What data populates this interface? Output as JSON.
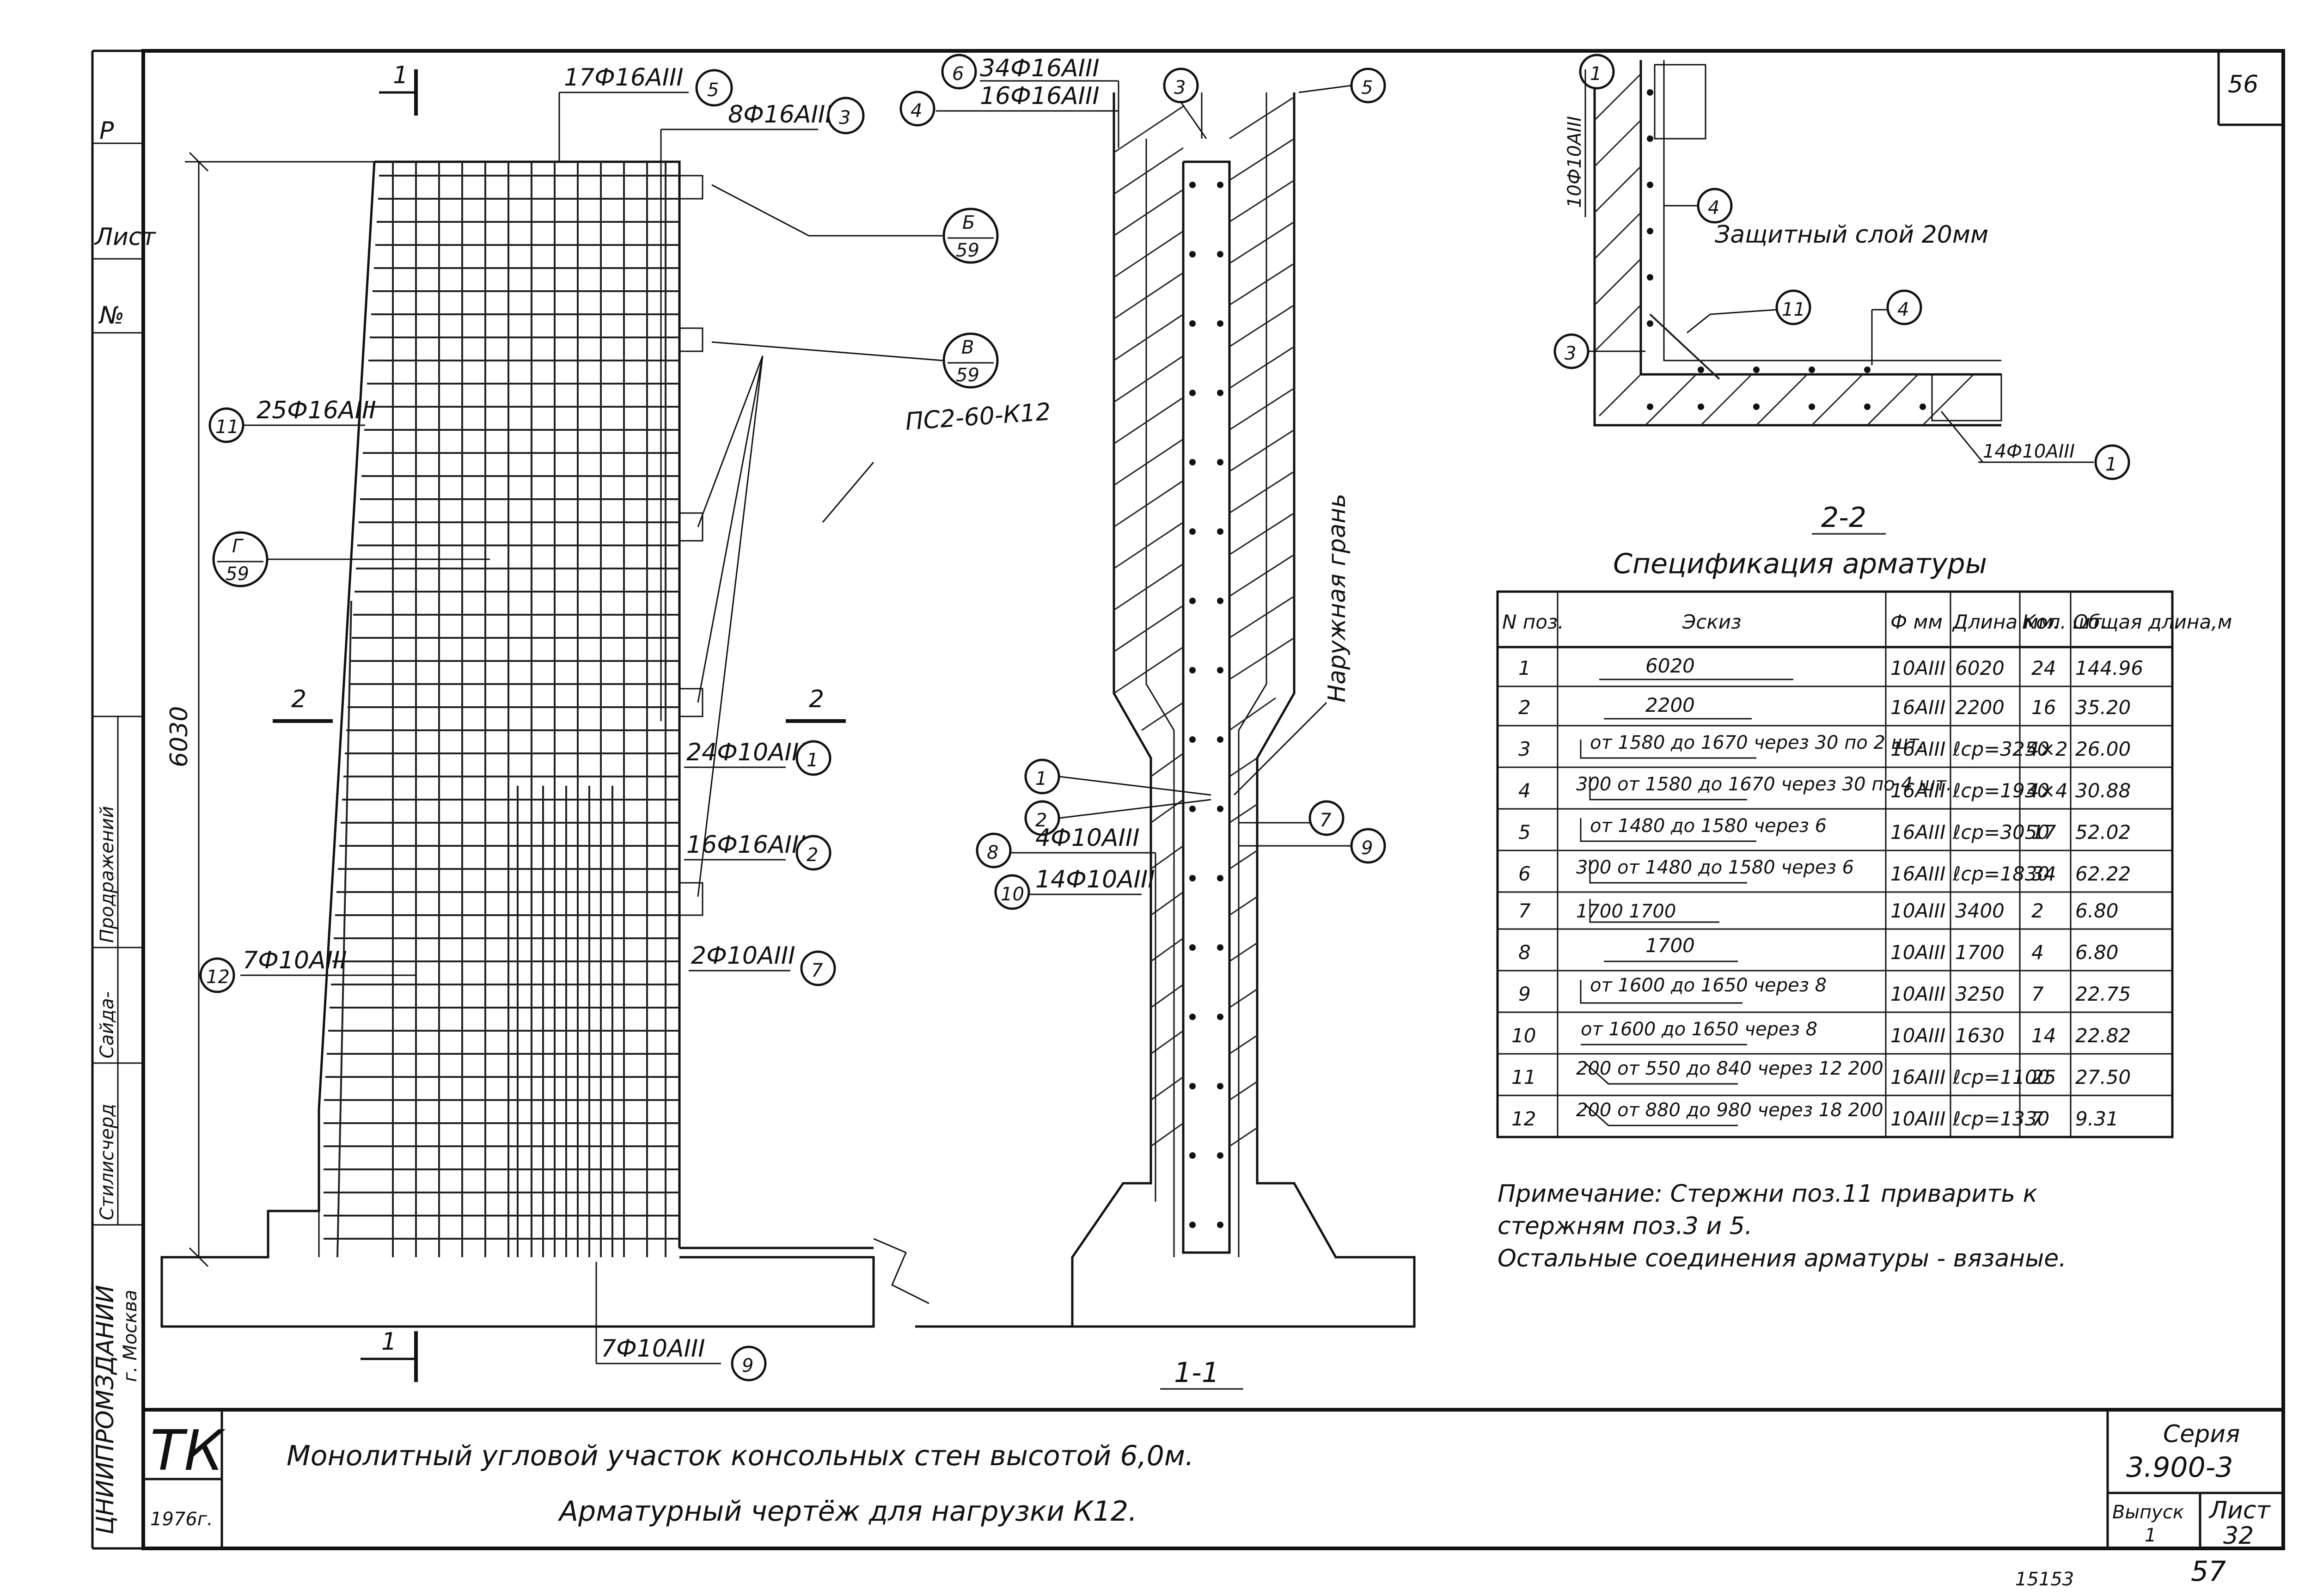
{
  "sheet": {
    "corner_code": "56",
    "margin_labels": [
      "Р",
      "Лист",
      "№"
    ],
    "margin_stamps": [
      "Продражений",
      "Сайда-",
      "Стилисчерд"
    ],
    "margin_org": "ЦНИИПРОМЗДАНИЙ",
    "margin_city": "г. Москва"
  },
  "elevation": {
    "section_marks": [
      "1",
      "1",
      "2",
      "2"
    ],
    "height_dim": "6030",
    "panel_label": "ПС2-60-К12",
    "callouts": [
      {
        "text": "17Ф16АIII",
        "pos": "5"
      },
      {
        "text": "8Ф16АIII",
        "pos": "3"
      },
      {
        "text": "25Ф16АIII",
        "pos": "11"
      },
      {
        "text": "24Ф10АIII",
        "pos": "1"
      },
      {
        "text": "16Ф16АIII",
        "pos": "2"
      },
      {
        "text": "7Ф10АIII",
        "pos": "12"
      },
      {
        "text": "2Ф10АIII",
        "pos": "7"
      },
      {
        "text": "7Ф10АIII",
        "pos": "9"
      }
    ],
    "detail_refs": [
      {
        "top": "Б",
        "bottom": "59"
      },
      {
        "top": "В",
        "bottom": "59"
      },
      {
        "top": "Г",
        "bottom": "59"
      }
    ]
  },
  "section11": {
    "title": "1-1",
    "face_label": "Наружная грань",
    "callouts": [
      {
        "text": "34Ф16АIII",
        "pos": "6"
      },
      {
        "text": "16Ф16АIII",
        "pos": "4"
      },
      {
        "text": "4Ф10АIII",
        "pos": "8"
      },
      {
        "text": "14Ф10АIII",
        "pos": "10"
      }
    ],
    "pos_marks": [
      "3",
      "5",
      "1",
      "2",
      "7",
      "9"
    ]
  },
  "section22": {
    "title": "2-2",
    "side_callout": "10Ф10АIII",
    "cover_note": "Защитный слой 20мм",
    "bottom_callout": "14Ф10АIII",
    "pos_marks": [
      "1",
      "4",
      "11",
      "4",
      "3",
      "1"
    ]
  },
  "spec": {
    "title": "Спецификация арматуры",
    "headers": [
      "N поз.",
      "Эскиз",
      "Ф мм",
      "Длина мм.",
      "Кол. шт.",
      "Общая длина,м"
    ],
    "rows": [
      {
        "pos": "1",
        "sketch": "6020",
        "d": "10АIII",
        "len": "6020",
        "qty": "24",
        "total": "144.96"
      },
      {
        "pos": "2",
        "sketch": "2200",
        "d": "16АIII",
        "len": "2200",
        "qty": "16",
        "total": "35.20"
      },
      {
        "pos": "3",
        "sketch": "от 1580 до 1670 через 30 по 2 шт.",
        "d": "16АIII",
        "len": "ℓср=3250",
        "qty": "4×2",
        "total": "26.00"
      },
      {
        "pos": "4",
        "sketch": "300 от 1580 до 1670 через 30 по 4 шт.",
        "d": "16АIII",
        "len": "ℓср=1930",
        "qty": "4×4",
        "total": "30.88"
      },
      {
        "pos": "5",
        "sketch": "от 1480 до 1580 через 6",
        "d": "16АIII",
        "len": "ℓср=3050",
        "qty": "17",
        "total": "52.02"
      },
      {
        "pos": "6",
        "sketch": "300 от 1480 до 1580 через 6",
        "d": "16АIII",
        "len": "ℓср=1830",
        "qty": "34",
        "total": "62.22"
      },
      {
        "pos": "7",
        "sketch": "1700 1700",
        "d": "10АIII",
        "len": "3400",
        "qty": "2",
        "total": "6.80"
      },
      {
        "pos": "8",
        "sketch": "1700",
        "d": "10АIII",
        "len": "1700",
        "qty": "4",
        "total": "6.80"
      },
      {
        "pos": "9",
        "sketch": "от 1600 до 1650 через 8",
        "d": "10АIII",
        "len": "3250",
        "qty": "7",
        "total": "22.75"
      },
      {
        "pos": "10",
        "sketch": "от 1600 до 1650 через 8",
        "d": "10АIII",
        "len": "1630",
        "qty": "14",
        "total": "22.82"
      },
      {
        "pos": "11",
        "sketch": "200 от 550 до 840 через 12 200",
        "d": "16АIII",
        "len": "ℓср=1100",
        "qty": "25",
        "total": "27.50"
      },
      {
        "pos": "12",
        "sketch": "200 от 880 до 980 через 18 200",
        "d": "10АIII",
        "len": "ℓср=1330",
        "qty": "7",
        "total": "9.31"
      }
    ],
    "note_line1": "Примечание: Стержни поз.11 приварить к",
    "note_line2": "стержням поз.3 и 5.",
    "note_line3": "Остальные соединения арматуры - вязаные."
  },
  "titleblock": {
    "logo": "ТК",
    "year": "1976г.",
    "title_line1": "Монолитный угловой участок консольных стен высотой 6,0м.",
    "title_line2": "Арматурный чертёж для нагрузки К12.",
    "series_label": "Серия",
    "series_value": "3.900-3",
    "issue_label": "Выпуск",
    "issue_value": "1",
    "sheet_label": "Лист",
    "sheet_value": "32",
    "page_no": "57",
    "doc_no": "15153"
  }
}
